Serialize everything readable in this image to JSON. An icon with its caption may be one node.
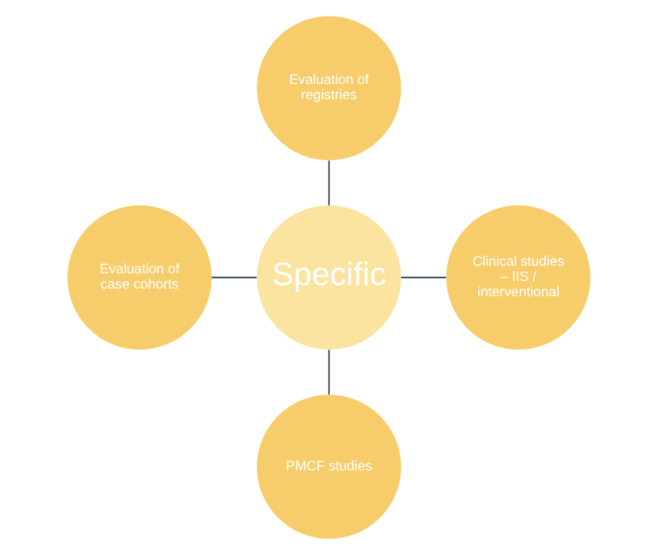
{
  "diagram": {
    "nodes": [
      {
        "text": [
          "Evaluation of registries"
        ]
      },
      {
        "text": [
          "Evaluation of case cohorts"
        ]
      },
      {
        "text": [
          "Specific"
        ]
      },
      {
        "text": [
          "Clinical studies – IIS / interventional"
        ]
      },
      {
        "text": [
          "PMCF studies"
        ]
      }
    ],
    "edges": [
      {
        "from": 0,
        "to": 2,
        "arrow": "none"
      },
      {
        "from": 1,
        "to": 2,
        "arrow": "none"
      },
      {
        "from": 2,
        "to": 3,
        "arrow": "none"
      },
      {
        "from": 2,
        "to": 4,
        "arrow": "none"
      }
    ]
  }
}
